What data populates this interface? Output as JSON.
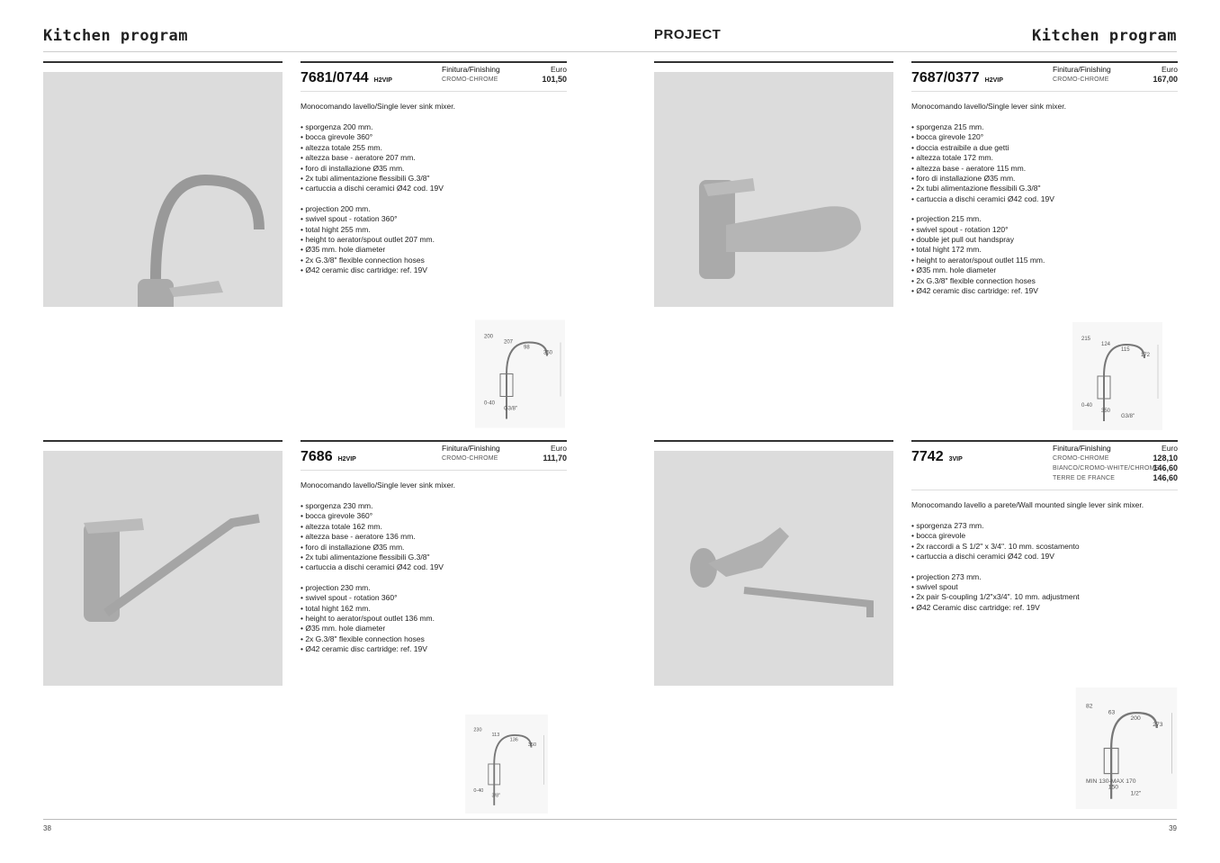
{
  "header": {
    "left_title": "Kitchen program",
    "center": "PROJECT",
    "right_title": "Kitchen program"
  },
  "footer": {
    "left_page": "38",
    "right_page": "39"
  },
  "labels": {
    "finishing": "Finitura/Finishing",
    "euro": "Euro"
  },
  "products": [
    {
      "code": "7681/0744",
      "series": "H2VIP",
      "finishes": [
        {
          "name": "CROMO-CHROME",
          "price": "101,50"
        }
      ],
      "description": "Monocomando lavello/Single lever sink mixer.",
      "features_it": [
        "sporgenza 200 mm.",
        "bocca girevole 360°",
        "altezza totale 255 mm.",
        "altezza base - aeratore 207 mm.",
        "foro di installazione Ø35 mm.",
        "2x tubi alimentazione flessibili G.3/8\"",
        "cartuccia a dischi ceramici Ø42 cod. 19V"
      ],
      "features_en": [
        "projection 200 mm.",
        "swivel spout - rotation 360°",
        "total hight 255 mm.",
        "height to aerator/spout outlet 207 mm.",
        "Ø35 mm. hole diameter",
        "2x G.3/8\" flexible connection hoses",
        "Ø42 ceramic disc cartridge: ref. 19V"
      ],
      "dims": [
        "200",
        "207",
        "98",
        "350",
        "0-40",
        "G3/8\""
      ]
    },
    {
      "code": "7687/0377",
      "series": "H2VIP",
      "finishes": [
        {
          "name": "CROMO-CHROME",
          "price": "167,00"
        }
      ],
      "description": "Monocomando lavello/Single lever sink mixer.",
      "features_it": [
        "sporgenza 215 mm.",
        "bocca girevole 120°",
        "doccia estraibile a due getti",
        "altezza totale 172 mm.",
        "altezza base - aeratore 115 mm.",
        "foro di installazione Ø35 mm.",
        "2x tubi alimentazione flessibili G.3/8\"",
        "cartuccia a dischi ceramici Ø42 cod. 19V"
      ],
      "features_en": [
        "projection 215 mm.",
        "swivel spout - rotation 120°",
        "double jet pull out handspray",
        "total hight 172 mm.",
        "height to aerator/spout outlet 115 mm.",
        "Ø35 mm. hole diameter",
        "2x G.3/8\" flexible connection hoses",
        "Ø42 ceramic disc cartridge: ref. 19V"
      ],
      "dims": [
        "215",
        "124",
        "115",
        "172",
        "0-40",
        "350",
        "G3/8\""
      ]
    },
    {
      "code": "7686",
      "series": "H2VIP",
      "finishes": [
        {
          "name": "CROMO-CHROME",
          "price": "111,70"
        }
      ],
      "description": "Monocomando lavello/Single lever sink mixer.",
      "features_it": [
        "sporgenza 230 mm.",
        "bocca girevole 360°",
        "altezza totale 162 mm.",
        "altezza base - aeratore 136 mm.",
        "foro di installazione Ø35 mm.",
        "2x tubi alimentazione flessibili G.3/8\"",
        "cartuccia a dischi ceramici Ø42 cod. 19V"
      ],
      "features_en": [
        "projection 230 mm.",
        "swivel spout - rotation 360°",
        "total hight 162 mm.",
        "height to aerator/spout outlet 136 mm.",
        "Ø35 mm. hole diameter",
        "2x G.3/8\" flexible connection hoses",
        "Ø42 ceramic disc cartridge: ref. 19V"
      ],
      "dims": [
        "230",
        "113",
        "136",
        "350",
        "0-40",
        "3/8\""
      ]
    },
    {
      "code": "7742",
      "series": "3VIP",
      "finishes": [
        {
          "name": "CROMO-CHROME",
          "price": "128,10"
        },
        {
          "name": "BIANCO/CROMO-WHITE/CHROME",
          "price": "146,60"
        },
        {
          "name": "TERRE DE FRANCE",
          "price": "146,60"
        }
      ],
      "description": "Monocomando lavello a parete/Wall mounted single lever sink mixer.",
      "features_it": [
        "sporgenza 273 mm.",
        "bocca girevole",
        "2x raccordi a S 1/2\" x 3/4\". 10 mm. scostamento",
        "cartuccia a dischi ceramici Ø42 cod. 19V"
      ],
      "features_en": [
        "projection 273 mm.",
        "swivel spout",
        "2x pair S-coupling 1/2\"x3/4\". 10 mm. adjustment",
        "Ø42 Ceramic disc cartridge: ref. 19V"
      ],
      "dims": [
        "82",
        "63",
        "200",
        "273",
        "MIN 130-MAX 170",
        "150",
        "1/2\""
      ]
    }
  ]
}
